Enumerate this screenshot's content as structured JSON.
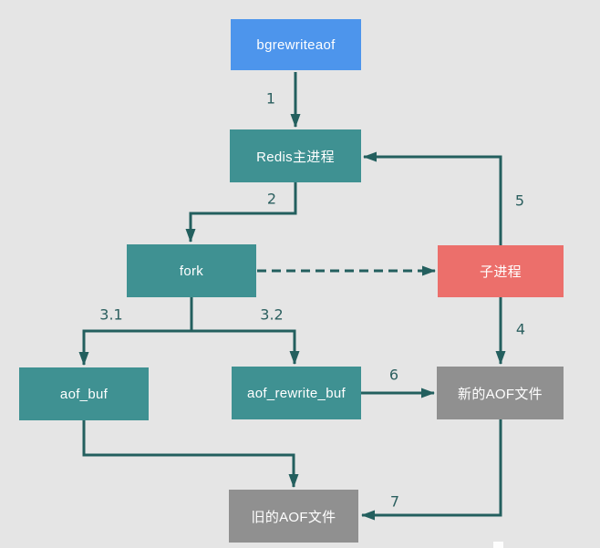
{
  "diagram": {
    "background_color": "#E5E5E5",
    "line_color": "#235F5E",
    "edge_label_color": "#2B5F5F",
    "node_text_color": "#FFFFFF",
    "nodes": [
      {
        "id": "bgrewriteaof",
        "label": "bgrewriteaof",
        "fill": "#4D95EC"
      },
      {
        "id": "redis-main-process",
        "label": "Redis主进程",
        "fill": "#3F9192"
      },
      {
        "id": "fork",
        "label": "fork",
        "fill": "#3F9192"
      },
      {
        "id": "child-process",
        "label": "子进程",
        "fill": "#EC6F6B"
      },
      {
        "id": "aof-buf",
        "label": "aof_buf",
        "fill": "#3F9192"
      },
      {
        "id": "aof-rewrite-buf",
        "label": "aof_rewrite_buf",
        "fill": "#3F9192"
      },
      {
        "id": "new-aof-file",
        "label": "新的AOF文件",
        "fill": "#909090"
      },
      {
        "id": "old-aof-file",
        "label": "旧的AOF文件",
        "fill": "#909090"
      }
    ],
    "edges": [
      {
        "label": "1",
        "from": "bgrewriteaof",
        "to": "redis-main-process",
        "style": "solid"
      },
      {
        "label": "2",
        "from": "redis-main-process",
        "to": "fork",
        "style": "solid"
      },
      {
        "label": "3.1",
        "from": "fork",
        "to": "aof-buf",
        "style": "solid"
      },
      {
        "label": "3.2",
        "from": "fork",
        "to": "aof-rewrite-buf",
        "style": "solid"
      },
      {
        "label": "4",
        "from": "child-process",
        "to": "new-aof-file",
        "style": "solid"
      },
      {
        "label": "5",
        "from": "child-process",
        "to": "redis-main-process",
        "style": "solid"
      },
      {
        "label": "6",
        "from": "aof-rewrite-buf",
        "to": "new-aof-file",
        "style": "solid"
      },
      {
        "label": "7",
        "from": "new-aof-file",
        "to": "old-aof-file",
        "style": "solid"
      },
      {
        "label": "",
        "from": "fork",
        "to": "child-process",
        "style": "dashed"
      },
      {
        "label": "",
        "from": "aof-buf",
        "to": "old-aof-file",
        "style": "solid"
      }
    ]
  }
}
